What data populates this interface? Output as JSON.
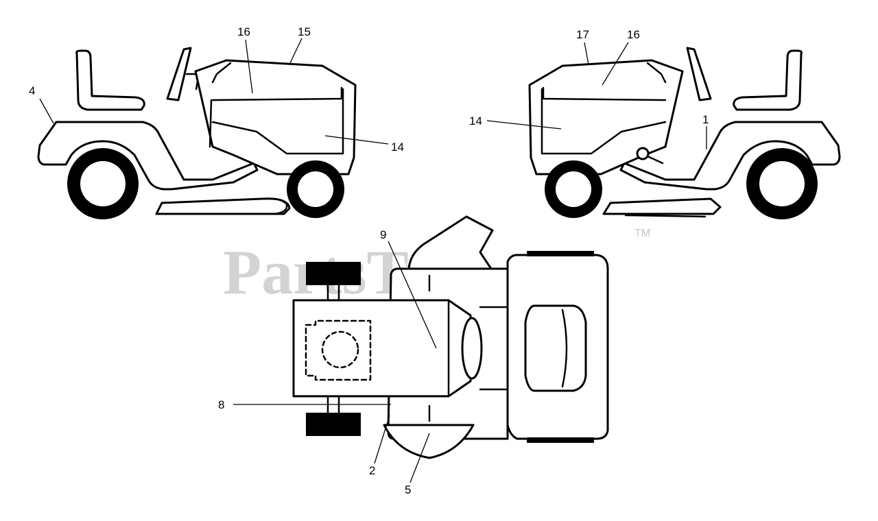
{
  "watermark": {
    "text": "PartsTree",
    "trademark": "TM"
  },
  "callouts": {
    "c4": "4",
    "c16a": "16",
    "c15": "15",
    "c14a": "14",
    "c17": "17",
    "c16b": "16",
    "c14b": "14",
    "c1": "1",
    "c9": "9",
    "c8": "8",
    "c2": "2",
    "c5": "5"
  }
}
